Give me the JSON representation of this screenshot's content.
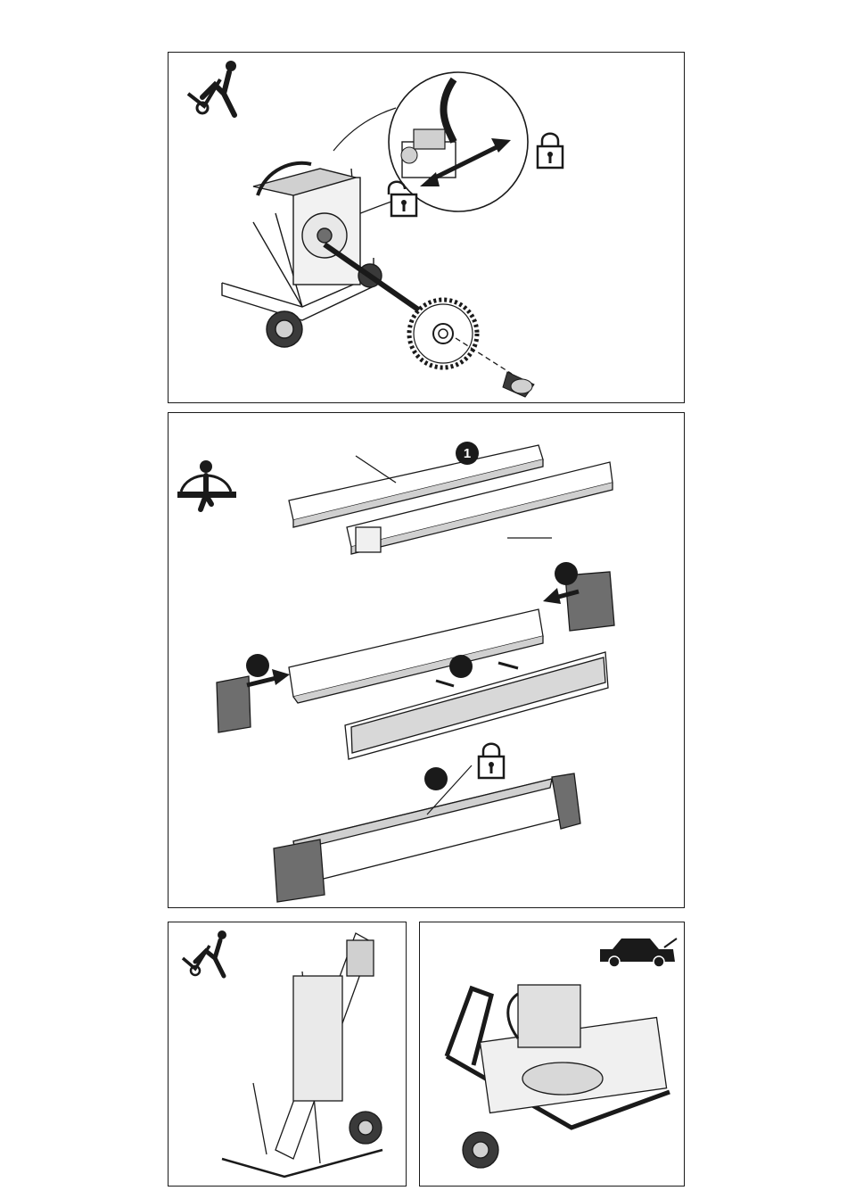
{
  "page": {
    "description_free": true
  },
  "panels": [
    {
      "id": "blade-change",
      "icons": [
        "trolley-push-icon",
        "unlock-icon",
        "lock-icon"
      ]
    },
    {
      "id": "rail-assembly",
      "icons": [
        "person-carry-beam-icon",
        "lock-icon"
      ],
      "steps": [
        {
          "number": "1"
        },
        {
          "number": ""
        },
        {
          "number": ""
        },
        {
          "number": ""
        },
        {
          "number": ""
        }
      ]
    },
    {
      "id": "trolley-upright",
      "icons": [
        "trolley-push-icon"
      ]
    },
    {
      "id": "car-transport",
      "icons": [
        "car-icon"
      ]
    }
  ],
  "colors": {
    "line": "#1a1a1a",
    "fill_dark": "#3a3a3a",
    "fill_mid": "#6e6e6e",
    "fill_light": "#d0d0d0"
  }
}
